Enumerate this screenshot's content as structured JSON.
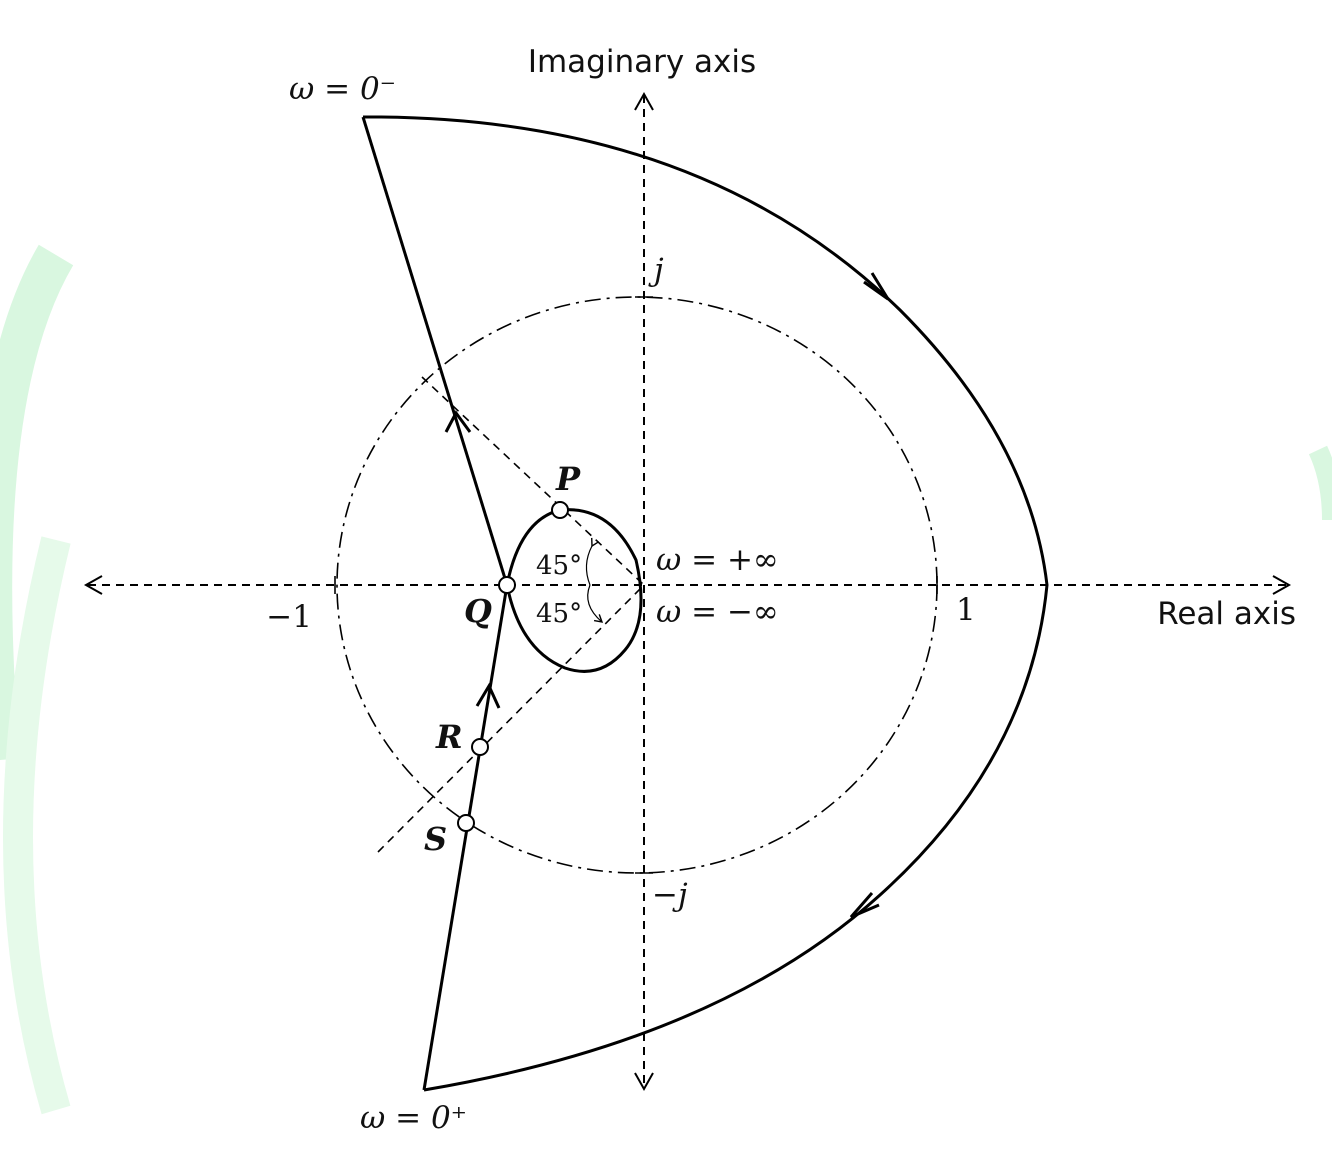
{
  "axes": {
    "imag_label": "Imaginary axis",
    "real_label": "Real axis"
  },
  "ticks": {
    "minus_one": "−1",
    "one": "1",
    "j": "j",
    "minus_j": "−j"
  },
  "frequency_labels": {
    "w_zero_minus": "ω = 0⁻",
    "w_zero_plus": "ω = 0⁺",
    "w_plus_inf": "ω = +∞",
    "w_minus_inf": "ω = −∞"
  },
  "angles": {
    "upper": "45°",
    "lower": "45°"
  },
  "points": {
    "P": "P",
    "Q": "Q",
    "R": "R",
    "S": "S"
  },
  "colors": {
    "line": "#000000",
    "accent": "#ccf5d6"
  }
}
